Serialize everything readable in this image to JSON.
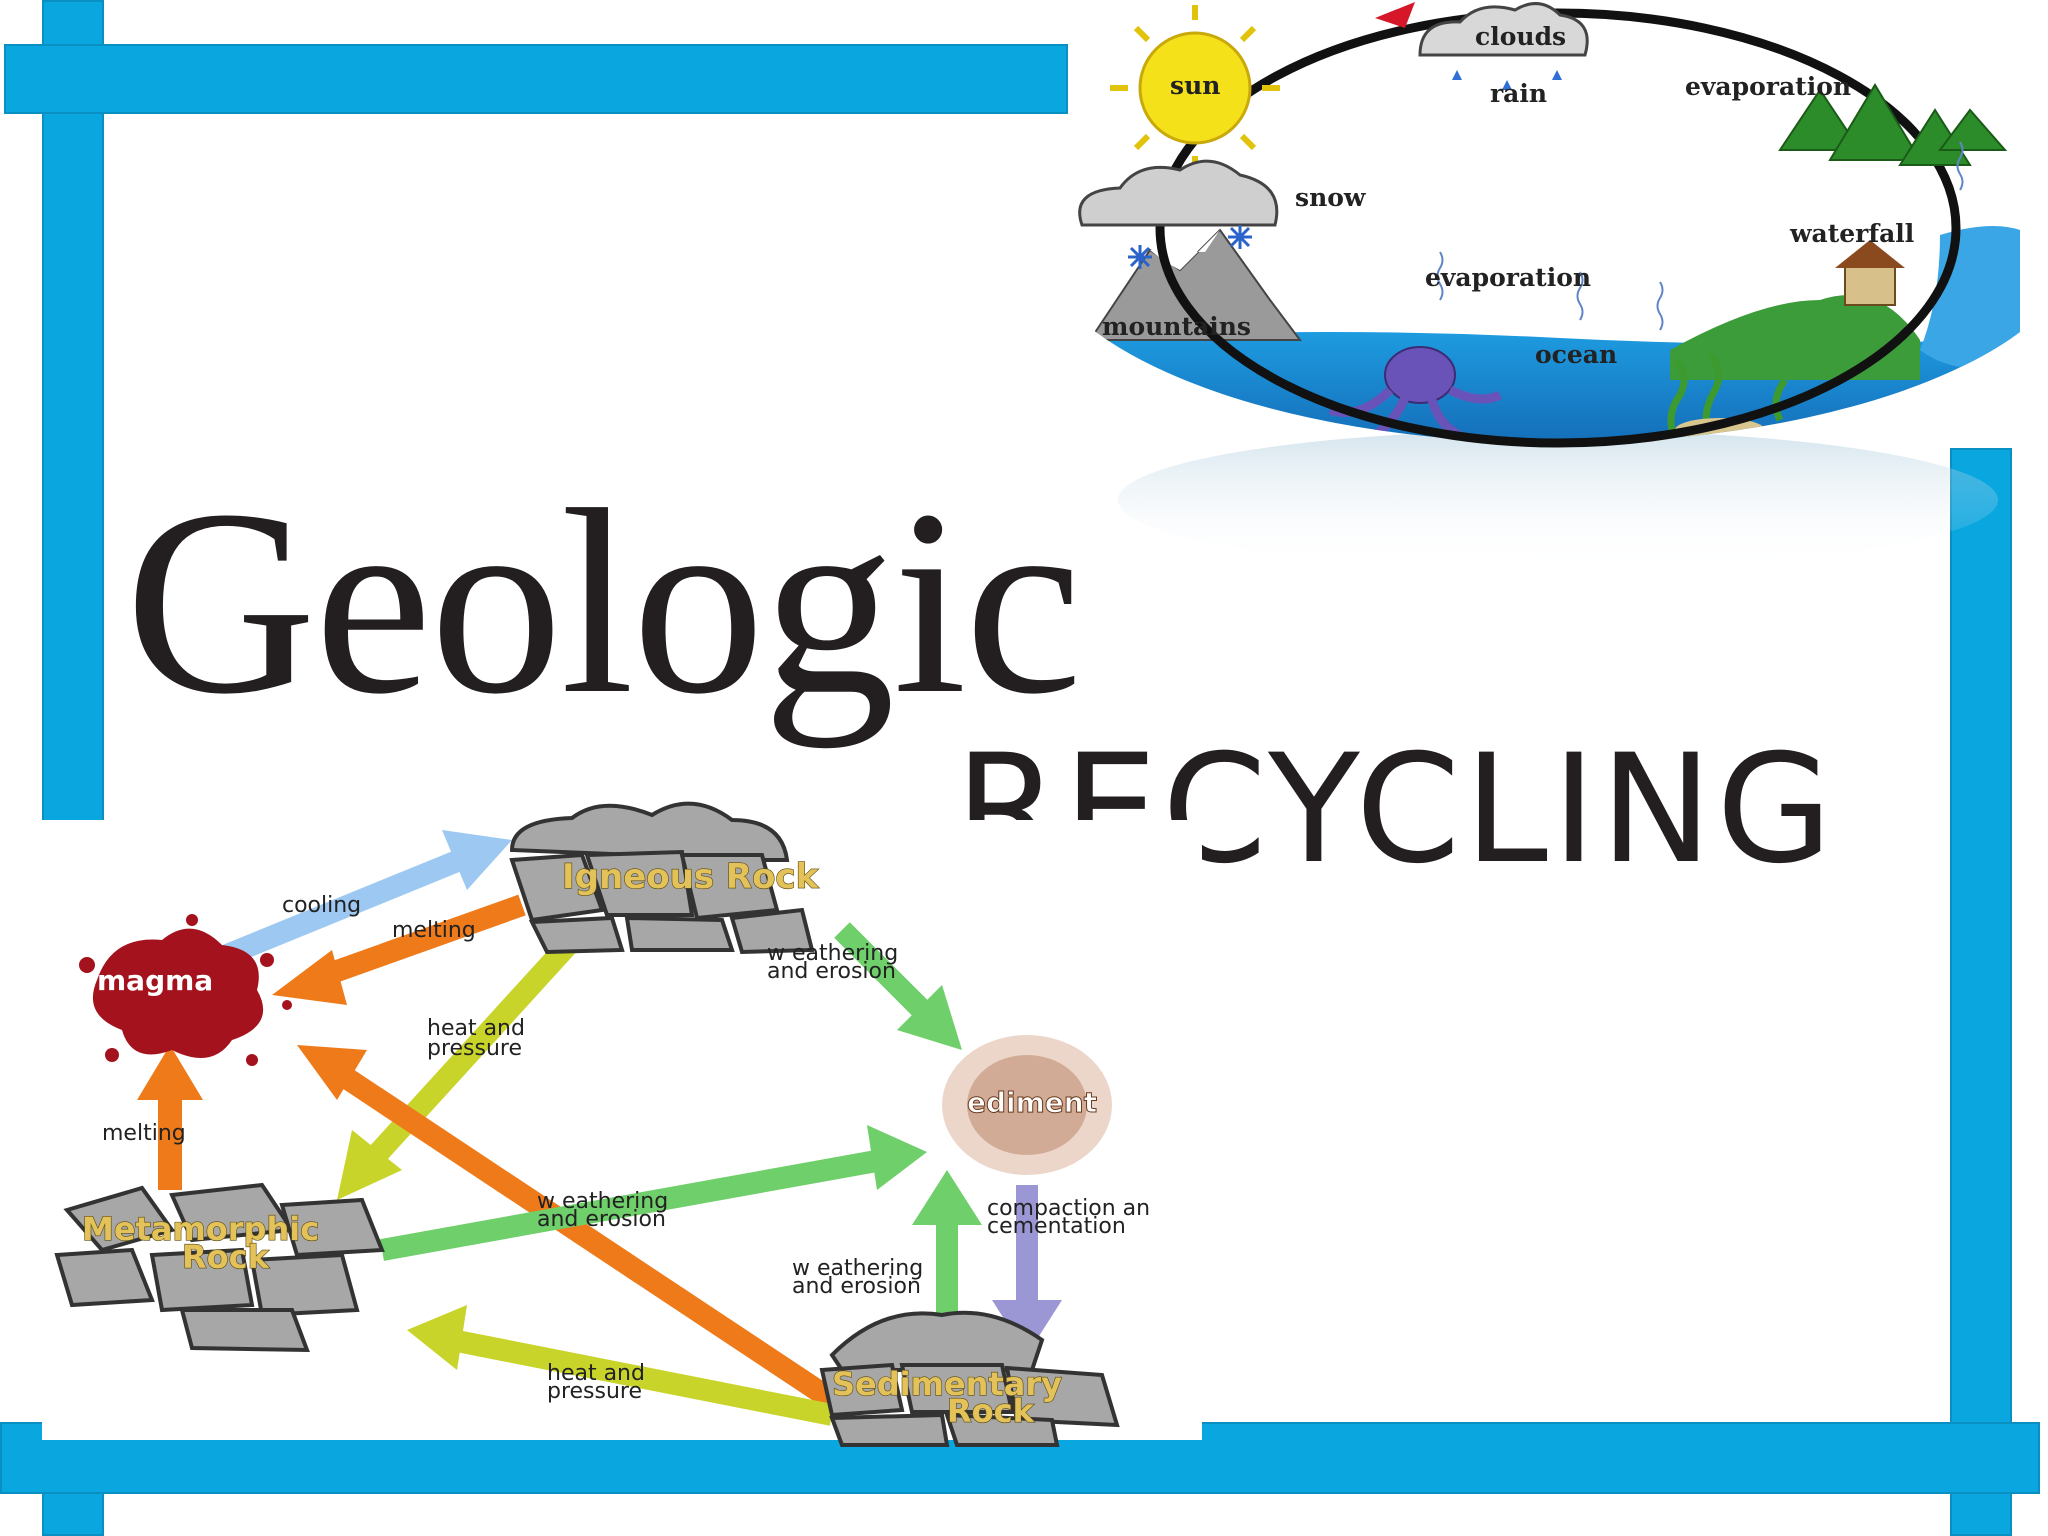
{
  "slide": {
    "title_main": "Geologic",
    "title_sub": "RECYCLING",
    "frame_color": "#0aa6df"
  },
  "water_cycle": {
    "labels": {
      "sun": "sun",
      "clouds": "clouds",
      "rain": "rain",
      "evaporation_top": "evaporation",
      "snow": "snow",
      "waterfall": "waterfall",
      "evaporation_mid": "evaporation",
      "mountains": "mountains",
      "ocean": "ocean"
    }
  },
  "rock_cycle": {
    "rocks": {
      "igneous": "Igneous Rock",
      "metamorphic_1": "Metamorphic",
      "metamorphic_2": "Rock",
      "sedimentary_1": "Sedimentary",
      "sedimentary_2": "Rock",
      "magma": "magma",
      "sediment": "ediment"
    },
    "processes": {
      "cooling": "cooling",
      "melting_top": "melting",
      "heat_pressure_1a": "heat and",
      "heat_pressure_1b": "pressure",
      "weathering_1a": "w eathering",
      "weathering_1b": "and erosion",
      "melting_left": "melting",
      "weathering_2a": "w eathering",
      "weathering_2b": "and erosion",
      "compaction_a": "compaction an",
      "compaction_b": "cementation",
      "weathering_3a": "w eathering",
      "weathering_3b": "and erosion",
      "heat_pressure_2a": "heat and",
      "heat_pressure_2b": "pressure"
    },
    "colors": {
      "cooling": "#9cc8f2",
      "melting": "#ef7a1a",
      "heat": "#c9d42a",
      "weathering": "#6fcf6a",
      "compaction": "#9a97d4",
      "magma": "#a3121d"
    }
  }
}
